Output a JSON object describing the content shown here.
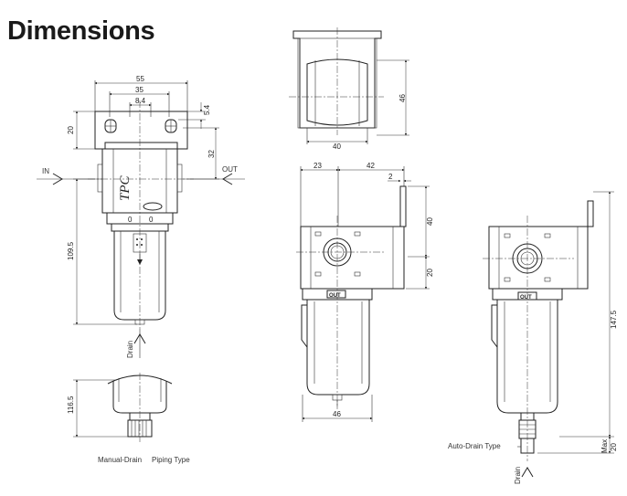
{
  "title": "Dimensions",
  "left_view": {
    "dims": {
      "d55": "55",
      "d35": "35",
      "d84": "8.4",
      "d54": "5.4",
      "d20": "20",
      "d32": "32",
      "d1095": "109.5"
    },
    "in_label": "IN",
    "out_label": "OUT",
    "drain_label": "Drain",
    "brand": "TPC"
  },
  "piping_view": {
    "dim_1165": "116.5",
    "caption_prefix": "Manual-Drain",
    "caption_suffix": "Piping Type"
  },
  "top_view": {
    "d46": "46",
    "d40": "40"
  },
  "mid_view": {
    "d23": "23",
    "d42": "42",
    "d2": "2",
    "d40": "40",
    "d20": "20",
    "d46": "46",
    "out_mark": "OUT"
  },
  "right_view": {
    "d1475": "147.5",
    "max_label": "Max",
    "d20": "20",
    "out_mark": "OUT",
    "caption": "Auto-Drain Type",
    "drain_label": "Drain"
  }
}
